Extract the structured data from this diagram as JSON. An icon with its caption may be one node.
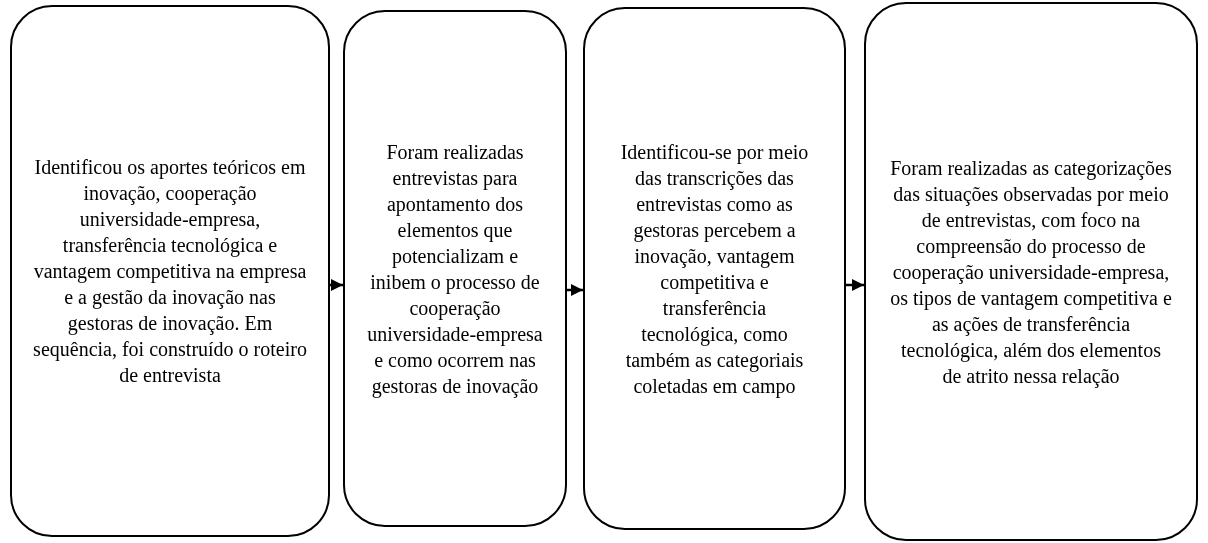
{
  "diagram": {
    "nodes": [
      {
        "text": [
          "Identificou os aportes teóricos em inovação, cooperação universidade-empresa, transferência tecnológica e vantagem competitiva na empresa e a gestão da inovação nas gestoras de inovação. Em sequência, foi construído o roteiro de entrevista"
        ]
      },
      {
        "text": [
          "Foram realizadas entrevistas para apontamento dos elementos que potencializam e inibem o processo de cooperação universidade-empresa e como ocorrem nas gestoras de inovação"
        ]
      },
      {
        "text": [
          "Identificou-se por meio das transcrições das entrevistas como as gestoras percebem a inovação, vantagem competitiva e transferência tecnológica, como também as categoriais coletadas em campo"
        ]
      },
      {
        "text": [
          "Foram realizadas as categorizações das situações observadas por meio de entrevistas, com foco na compreensão do processo de cooperação universidade-empresa, os tipos de vantagem competitiva e as ações de transferência tecnológica, além dos elementos de atrito nessa relação"
        ]
      }
    ],
    "edges": [
      {
        "from": 0,
        "to": 1,
        "arrow": "to"
      },
      {
        "from": 1,
        "to": 2,
        "arrow": "to"
      },
      {
        "from": 2,
        "to": 3,
        "arrow": "to"
      }
    ]
  }
}
